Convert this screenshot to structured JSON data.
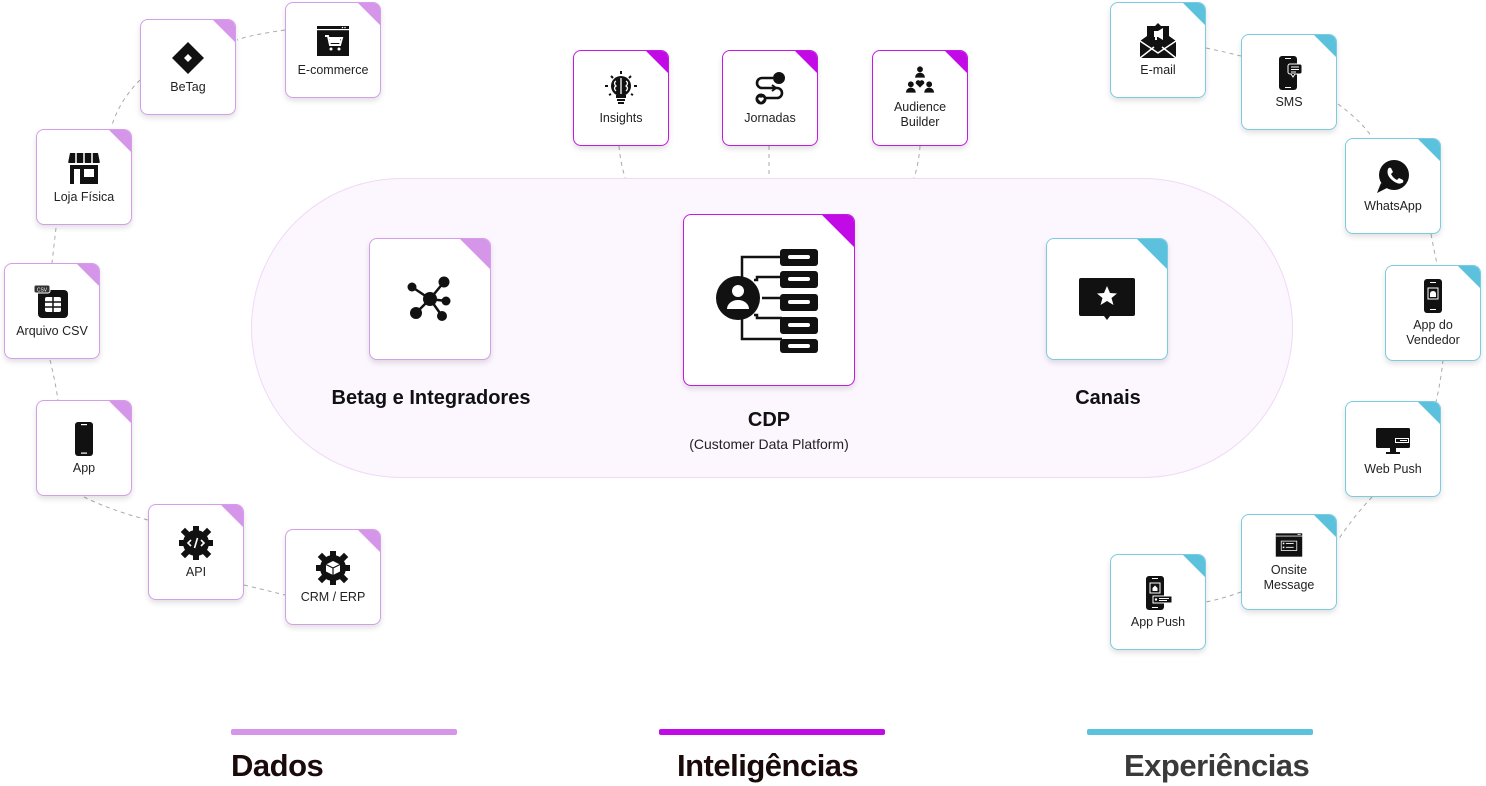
{
  "colors": {
    "dados": "#d595e8",
    "inteligencias": "#c20ae6",
    "experiencias": "#5cc1dd",
    "connector": "#aaaaaa",
    "pill_bg": "#fcf6fe"
  },
  "dados_sources": [
    {
      "label": "E-commerce",
      "icon": "shopping-cart-icon"
    },
    {
      "label": "BeTag",
      "icon": "betag-diamond-icon"
    },
    {
      "label": "Loja Física",
      "icon": "storefront-icon"
    },
    {
      "label": "Arquivo CSV",
      "icon": "csv-file-icon"
    },
    {
      "label": "App",
      "icon": "smartphone-icon"
    },
    {
      "label": "API",
      "icon": "api-code-gear-icon"
    },
    {
      "label": "CRM / ERP",
      "icon": "crm-gear-box-icon"
    }
  ],
  "intel_modules": [
    {
      "label": "Insights",
      "icon": "brain-lightbulb-icon"
    },
    {
      "label": "Jornadas",
      "icon": "journey-path-icon"
    },
    {
      "label": "Audience\nBuilder",
      "line1": "Audience",
      "line2": "Builder",
      "icon": "audience-heart-icon"
    }
  ],
  "hubs": {
    "integradores": {
      "label": "Betag e Integradores",
      "icon": "network-hub-icon"
    },
    "cdp": {
      "label": "CDP",
      "sub": "(Customer Data Platform)",
      "icon": "customer-data-icon"
    },
    "canais": {
      "label": "Canais",
      "icon": "star-message-icon"
    }
  },
  "exp_channels": [
    {
      "label": "E-mail",
      "icon": "email-megaphone-icon"
    },
    {
      "label": "SMS",
      "icon": "phone-sms-icon"
    },
    {
      "label": "WhatsApp",
      "icon": "whatsapp-icon"
    },
    {
      "label": "App do Vendedor",
      "line1": "App do",
      "line2": "Vendedor",
      "icon": "seller-app-icon"
    },
    {
      "label": "Web Push",
      "icon": "desktop-push-icon"
    },
    {
      "label": "Onsite Message",
      "line1": "Onsite",
      "line2": "Message",
      "icon": "onsite-message-icon"
    },
    {
      "label": "App Push",
      "icon": "app-push-icon"
    }
  ],
  "legend": [
    {
      "label": "Dados",
      "color": "#d595e8",
      "text_color": "#1a0a0a"
    },
    {
      "label": "Inteligências",
      "color": "#c20ae6",
      "text_color": "#1a0a0a"
    },
    {
      "label": "Experiências",
      "color": "#5cc1dd",
      "text_color": "#3a3a3a"
    }
  ]
}
